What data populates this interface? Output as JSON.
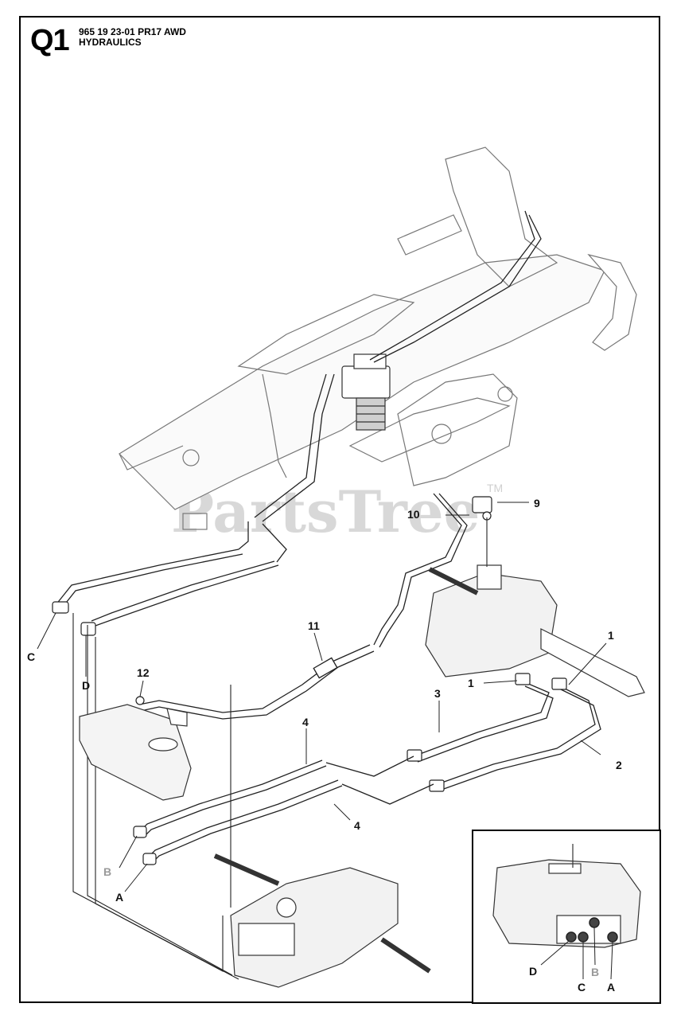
{
  "header": {
    "section": "Q1",
    "model_line": "965 19 23-01 PR17 AWD",
    "title": "HYDRAULICS"
  },
  "watermark": {
    "text": "PartsTree",
    "tm": "TM"
  },
  "callouts": {
    "c1a": "1",
    "c1b": "1",
    "c2": "2",
    "c3": "3",
    "c4a": "4",
    "c4b": "4",
    "c9": "9",
    "c10": "10",
    "c11": "11",
    "c12": "12",
    "portC": "C",
    "portD": "D",
    "portB": "B",
    "portA": "A"
  },
  "inset": {
    "D": "D",
    "C": "C",
    "B": "B",
    "A": "A"
  }
}
